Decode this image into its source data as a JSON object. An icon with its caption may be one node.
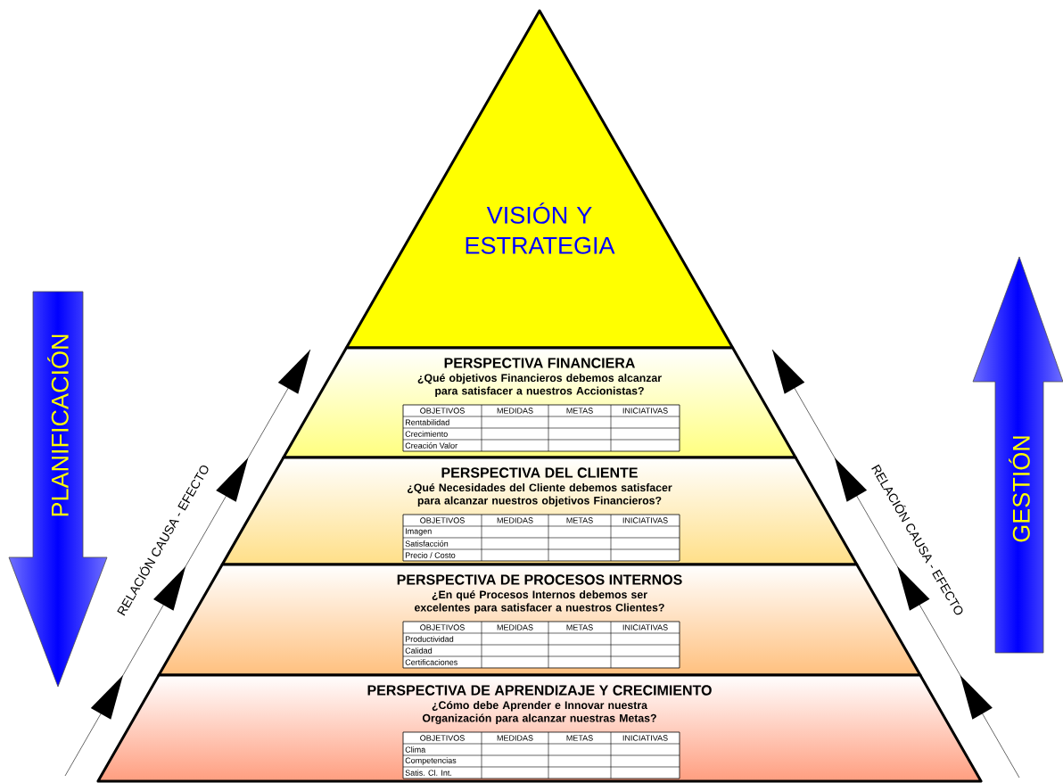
{
  "diagram": {
    "nodes": [
      {
        "text": [
          "VISIÓN Y ESTRATEGIA"
        ]
      },
      {
        "text": [
          "PERSPECTIVA FINANCIERA",
          "¿Qué objetivos Financieros debemos alcanzar para satisfacer a nuestros Accionistas?"
        ]
      },
      {
        "text": [
          "PERSPECTIVA DEL CLIENTE",
          "¿Qué Necesidades del Cliente debemos satisfacer para alcanzar nuestros objetivos Financieros?"
        ]
      },
      {
        "text": [
          "PERSPECTIVA DE PROCESOS INTERNOS",
          "¿En qué Procesos Internos debemos ser excelentes para satisfacer a nuestros Clientes?"
        ]
      },
      {
        "text": [
          "PERSPECTIVA DE APRENDIZAJE Y CRECIMIENTO",
          "¿Cómo debe Aprender e Innovar nuestra Organización para alcanzar nuestras Metas?"
        ]
      },
      {
        "text": [
          "PLANIFICACIÓN"
        ]
      },
      {
        "text": [
          "GESTIÓN"
        ]
      }
    ],
    "labels": [
      "OBJETIVOS",
      "MEDIDAS",
      "METAS",
      "INICIATIVAS",
      "Rentabilidad",
      "Crecimiento",
      "Creación Valor",
      "OBJETIVOS",
      "MEDIDAS",
      "METAS",
      "INICIATIVAS",
      "Imagen",
      "Satisfacción",
      "Precio / Costo",
      "OBJETIVOS",
      "MEDIDAS",
      "METAS",
      "INICIATIVAS",
      "Productividad",
      "Calidad",
      "Certificaciones",
      "OBJETIVOS",
      "MEDIDAS",
      "METAS",
      "INICIATIVAS",
      "Clima",
      "Competencias",
      "Satis. Cl. Int.",
      "RELACIÓN CAUSA - EFECTO",
      "RELACIÓN CAUSA - EFECTO"
    ]
  }
}
